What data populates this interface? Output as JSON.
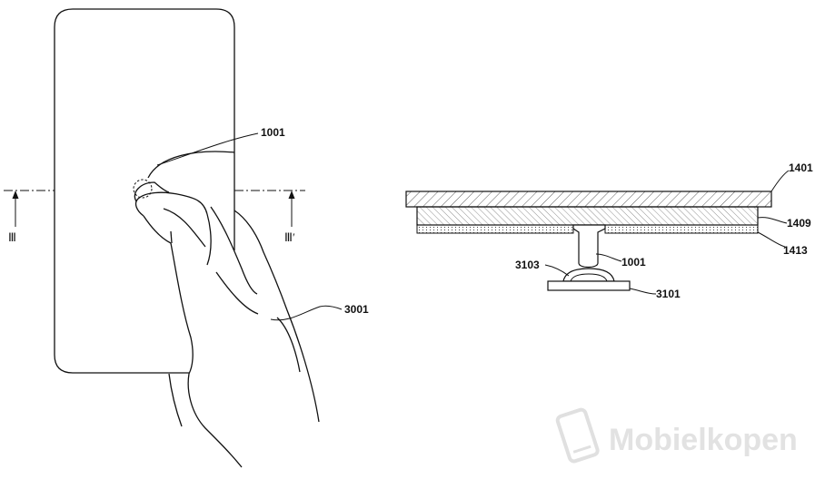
{
  "figure_left": {
    "labels": {
      "finger_sensor": "1001",
      "hand": "3001",
      "section_left": "Ⅲ",
      "section_right": "Ⅲ′"
    }
  },
  "figure_right": {
    "labels": {
      "cover_layer": "1401",
      "middle_layer": "1409",
      "bottom_layer": "1413",
      "sensor": "1001",
      "support_bracket": "3103",
      "base_plate": "3101"
    }
  },
  "watermark": {
    "text": "Mobielkopen",
    "icon": "phone-icon",
    "color": "#e2e2e2"
  }
}
